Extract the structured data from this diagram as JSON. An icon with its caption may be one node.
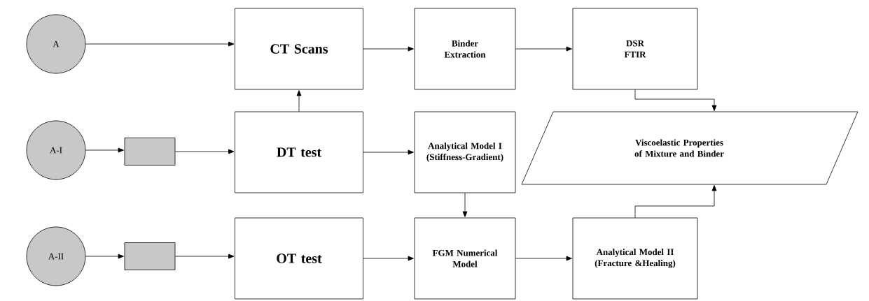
{
  "diagram": {
    "nodes": [
      {
        "text": [
          "A"
        ]
      },
      {
        "text": [
          "CT Scans"
        ]
      },
      {
        "text": [
          "Binder Extraction"
        ]
      },
      {
        "text": [
          "DSR FTIR"
        ]
      },
      {
        "text": [
          "A-I"
        ]
      },
      {
        "text": [],
        "shape": "box"
      },
      {
        "text": [
          "DT test"
        ]
      },
      {
        "text": [
          "Analytical Model I (Stiffness-Gradient)"
        ]
      },
      {
        "text": [
          "Viscoelastic Properties of Mixture and Binder"
        ]
      },
      {
        "text": [
          "A-II"
        ]
      },
      {
        "text": [],
        "shape": "box"
      },
      {
        "text": [
          "OT test"
        ]
      },
      {
        "text": [
          "FGM Numerical Model"
        ]
      },
      {
        "text": [
          "Analytical Model II (Fracture &Healing)"
        ]
      }
    ],
    "edges": [
      {
        "from": 0,
        "to": 1,
        "arrow": "to"
      },
      {
        "from": 1,
        "to": 2,
        "arrow": "to"
      },
      {
        "from": 2,
        "to": 3,
        "arrow": "to"
      },
      {
        "from": 6,
        "to": 1,
        "arrow": "to"
      },
      {
        "from": 3,
        "to": 8,
        "arrow": "to"
      },
      {
        "from": 4,
        "to": 5,
        "arrow": "to"
      },
      {
        "from": 5,
        "to": 6,
        "arrow": "to"
      },
      {
        "from": 6,
        "to": 7,
        "arrow": "to"
      },
      {
        "from": 7,
        "to": 12,
        "arrow": "to"
      },
      {
        "from": 13,
        "to": 8,
        "arrow": "to"
      },
      {
        "from": 9,
        "to": 10,
        "arrow": "to"
      },
      {
        "from": 10,
        "to": 11,
        "arrow": "to"
      },
      {
        "from": 11,
        "to": 12,
        "arrow": "to"
      },
      {
        "from": 12,
        "to": 13,
        "arrow": "to"
      }
    ]
  }
}
